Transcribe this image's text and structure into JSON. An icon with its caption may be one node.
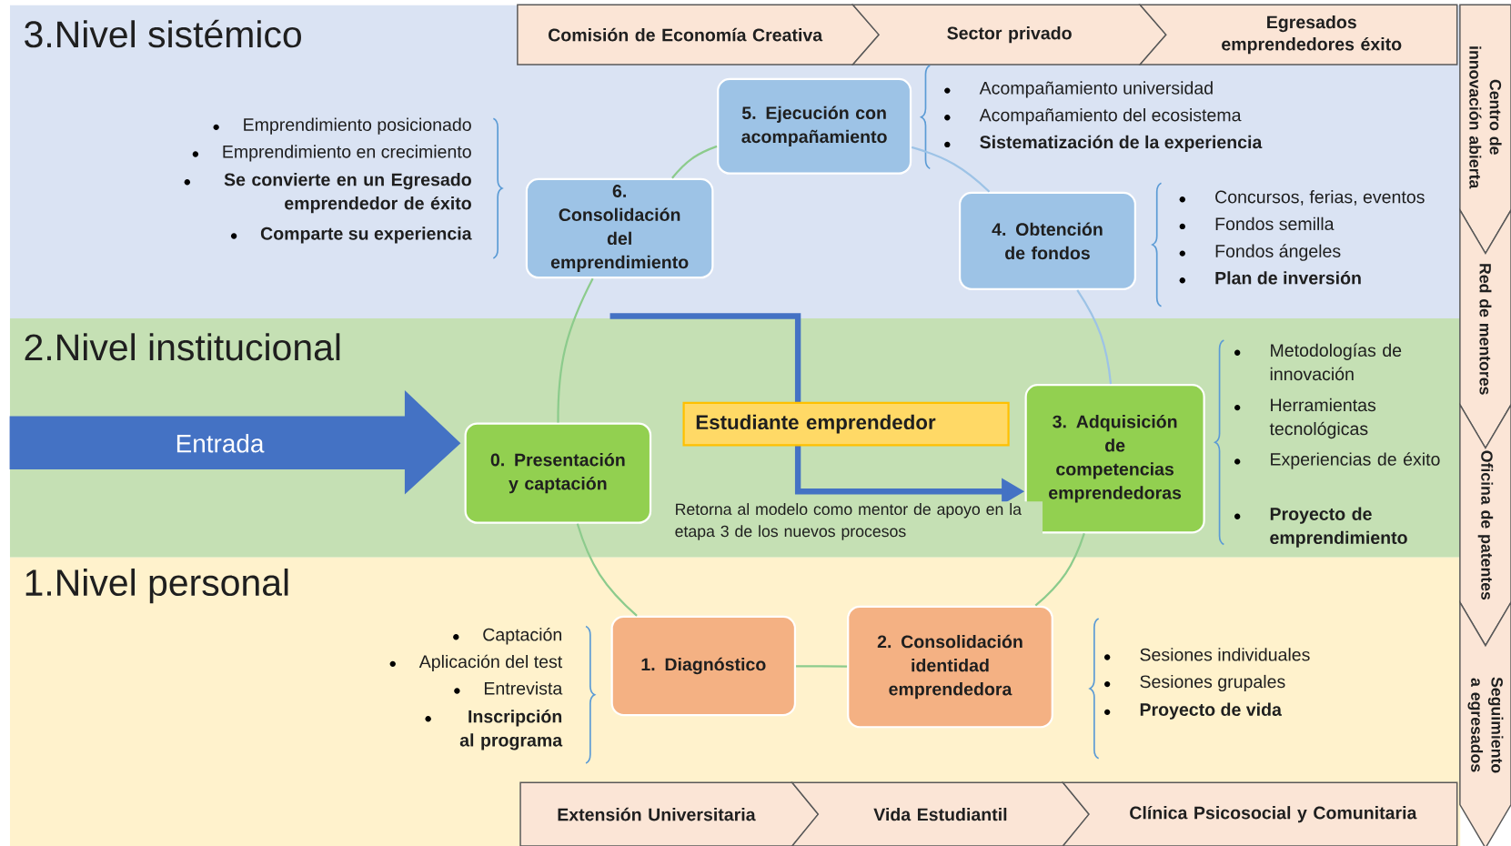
{
  "diagram": {
    "nodes": [
      {
        "text": [
          "3.Nivel sistémico"
        ]
      },
      {
        "text": [
          "Comisión de Economía Creativa"
        ],
        "in": 0
      },
      {
        "text": [
          "Sector privado"
        ],
        "in": 0
      },
      {
        "text": [
          "Egresados emprendedores éxito"
        ],
        "in": 0
      },
      {
        "text": [
          "5. Ejecución con acompañamiento"
        ],
        "in": 0,
        "beside": [
          "Acompañamiento universidad",
          "Acompañamiento del ecosistema",
          "**Sistematización de la experiencia**"
        ]
      },
      {
        "text": [
          "6. Consolidación del emprendimiento"
        ],
        "in": 0,
        "beside": [
          "Emprendimiento posicionado",
          "Emprendimiento en crecimiento",
          "**Se convierte en un Egresado emprendedor de éxito**",
          "**Comparte su experiencia**"
        ]
      },
      {
        "text": [
          "4. Obtención de fondos"
        ],
        "in": 0,
        "beside": [
          "Concursos, ferias, eventos",
          "Fondos semilla",
          "Fondos ángeles",
          "**Plan de inversión**"
        ]
      },
      {
        "text": [
          "2.Nivel institucional"
        ]
      },
      {
        "text": [
          "Entrada"
        ],
        "in": 7
      },
      {
        "text": [
          "0. Presentación y captación"
        ],
        "in": 7
      },
      {
        "text": [
          "Estudiante emprendedor"
        ],
        "in": 7
      },
      {
        "text": [
          "3. Adquisición de competencias emprendedoras"
        ],
        "in": 7,
        "beside": [
          "Metodologías de innovación",
          "Herramientas tecnológicas",
          "Experiencias de éxito",
          "**Proyecto de emprendimiento**"
        ]
      },
      {
        "text": [
          "1.Nivel personal"
        ]
      },
      {
        "text": [
          "1. Diagnóstico"
        ],
        "in": 12,
        "beside": [
          "Captación",
          "Aplicación del test",
          "Entrevista",
          "**Inscripción al programa**"
        ]
      },
      {
        "text": [
          "2. Consolidación identidad emprendedora"
        ],
        "in": 12,
        "beside": [
          "Sesiones individuales",
          "Sesiones grupales",
          "**Proyecto de vida**"
        ]
      },
      {
        "text": [
          "Extensión Universitaria"
        ],
        "in": 12
      },
      {
        "text": [
          "Vida Estudiantil"
        ],
        "in": 12
      },
      {
        "text": [
          "Clínica Psicosocial y Comunitaria"
        ],
        "in": 12
      },
      {
        "text": [
          "Centro de innovación abierta"
        ]
      },
      {
        "text": [
          "Red de mentores"
        ]
      },
      {
        "text": [
          "Oficina de patentes"
        ]
      },
      {
        "text": [
          "Seguimiento a egresados"
        ]
      }
    ],
    "edges": [
      {
        "from": 4,
        "to": 6,
        "arrow": "none",
        "color": "#9dc3e6"
      },
      {
        "from": 6,
        "to": 11,
        "arrow": "none",
        "color": "#9dc3e6"
      },
      {
        "from": 11,
        "to": 14,
        "arrow": "none"
      },
      {
        "from": 14,
        "to": 13,
        "arrow": "none"
      },
      {
        "from": 13,
        "to": 9,
        "arrow": "none"
      },
      {
        "from": 9,
        "to": 5,
        "arrow": "none"
      },
      {
        "from": 5,
        "to": 4,
        "arrow": "none"
      },
      {
        "from": null,
        "to": 11,
        "arrow": "to",
        "style": "thick",
        "color": "#4472c4",
        "label": "Retorna al modelo como mentor de apoyo en la etapa 3 de los nuevos procesos"
      }
    ]
  }
}
